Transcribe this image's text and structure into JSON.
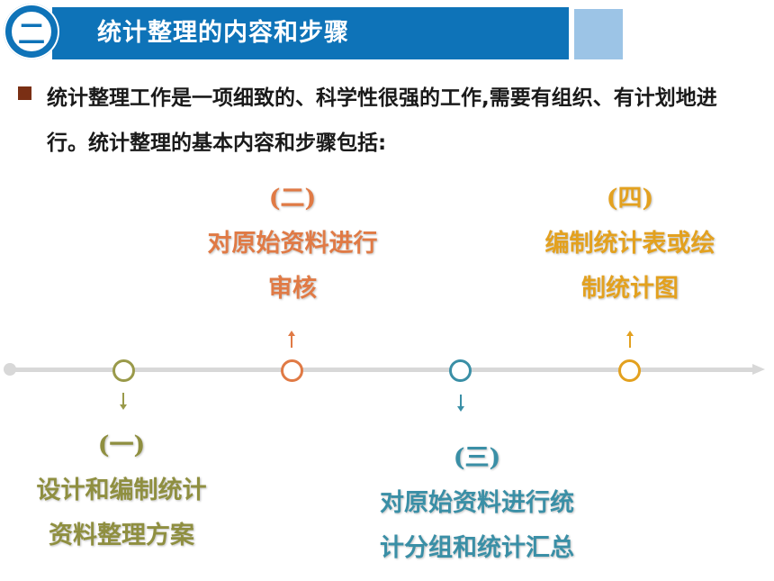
{
  "header": {
    "badge_char": "二",
    "title": "统计整理的内容和步骤"
  },
  "intro": {
    "text": "统计整理工作是一项细致的、科学性很强的工作,需要有组织、有计划地进行。统计整理的基本内容和步骤包括:"
  },
  "steps": [
    {
      "num": "(一)",
      "line1": "设计和编制统计",
      "line2": "资料整理方案",
      "color": "#9a9a4a"
    },
    {
      "num": "(二)",
      "line1": "对原始资料进行",
      "line2": "审核",
      "color": "#e07a45"
    },
    {
      "num": "(三)",
      "line1": "对原始资料进行统",
      "line2": "计分组和统计汇总",
      "color": "#3a8fa6"
    },
    {
      "num": "(四)",
      "line1": "编制统计表或绘",
      "line2": "制统计图",
      "color": "#e3a11f"
    }
  ],
  "colors": {
    "banner": "#0e73b8",
    "banner_accent": "#9cc4e6",
    "timeline": "#d8d8d8",
    "bullet": "#7a2f14"
  }
}
